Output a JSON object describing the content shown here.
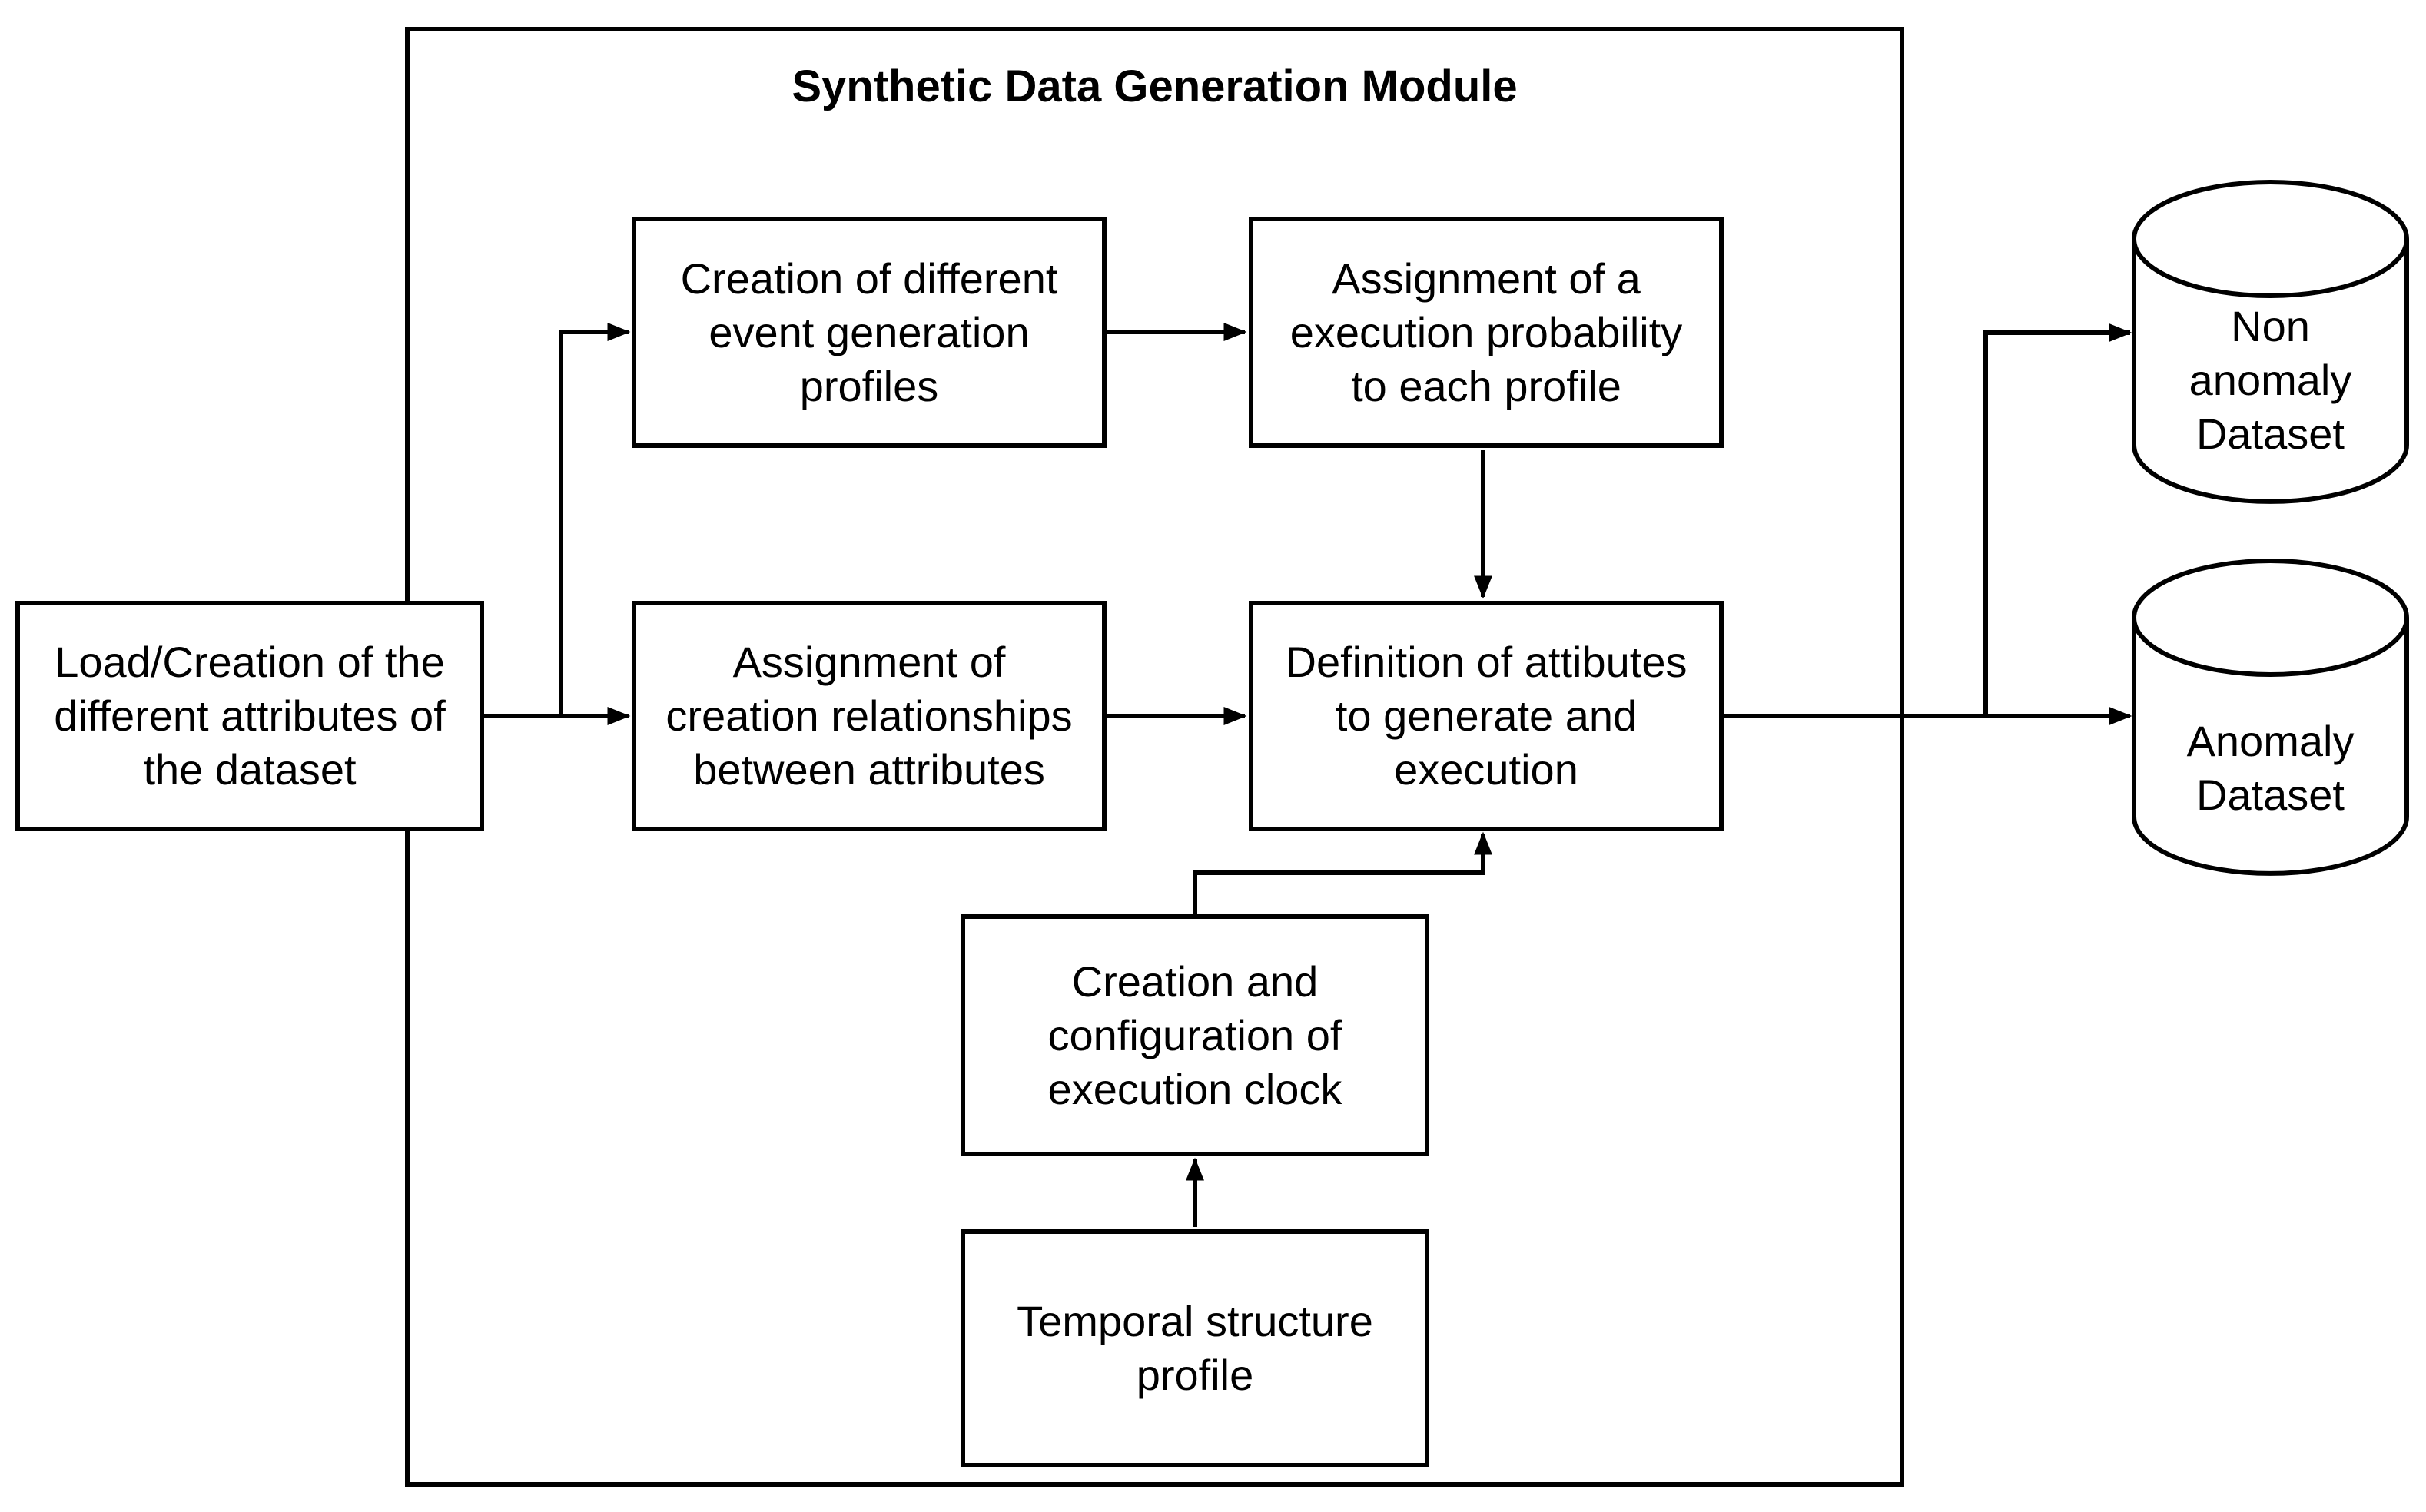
{
  "diagram": {
    "title": "Synthetic Data Generation Module",
    "colors": {
      "stroke": "#000000",
      "fill": "#ffffff",
      "text": "#000000"
    },
    "nodes": {
      "load": {
        "label": "Load/Creation of the\ndifferent attributes of\nthe dataset"
      },
      "create_profiles": {
        "label": "Creation of different\nevent generation\nprofiles"
      },
      "assign_probability": {
        "label": "Assignment of a\nexecution probability\nto each profile"
      },
      "assign_relationships": {
        "label": "Assignment of\ncreation relationships\nbetween attributes"
      },
      "definition": {
        "label": "Definition of attibutes\nto generate and\nexecution"
      },
      "clock": {
        "label": "Creation and\nconfiguration of\nexecution clock"
      },
      "temporal": {
        "label": "Temporal structure\nprofile"
      }
    },
    "datastores": {
      "non_anomaly": {
        "label": "Non\nanomaly\nDataset",
        "shape": "cylinder"
      },
      "anomaly": {
        "label": "Anomaly\nDataset",
        "shape": "cylinder"
      }
    },
    "edges": [
      {
        "from": "load",
        "to": "create_profiles"
      },
      {
        "from": "load",
        "to": "assign_relationships"
      },
      {
        "from": "create_profiles",
        "to": "assign_probability"
      },
      {
        "from": "assign_probability",
        "to": "definition"
      },
      {
        "from": "assign_relationships",
        "to": "definition"
      },
      {
        "from": "clock",
        "to": "definition"
      },
      {
        "from": "temporal",
        "to": "clock"
      },
      {
        "from": "definition",
        "to": "non_anomaly"
      },
      {
        "from": "definition",
        "to": "anomaly"
      }
    ]
  }
}
